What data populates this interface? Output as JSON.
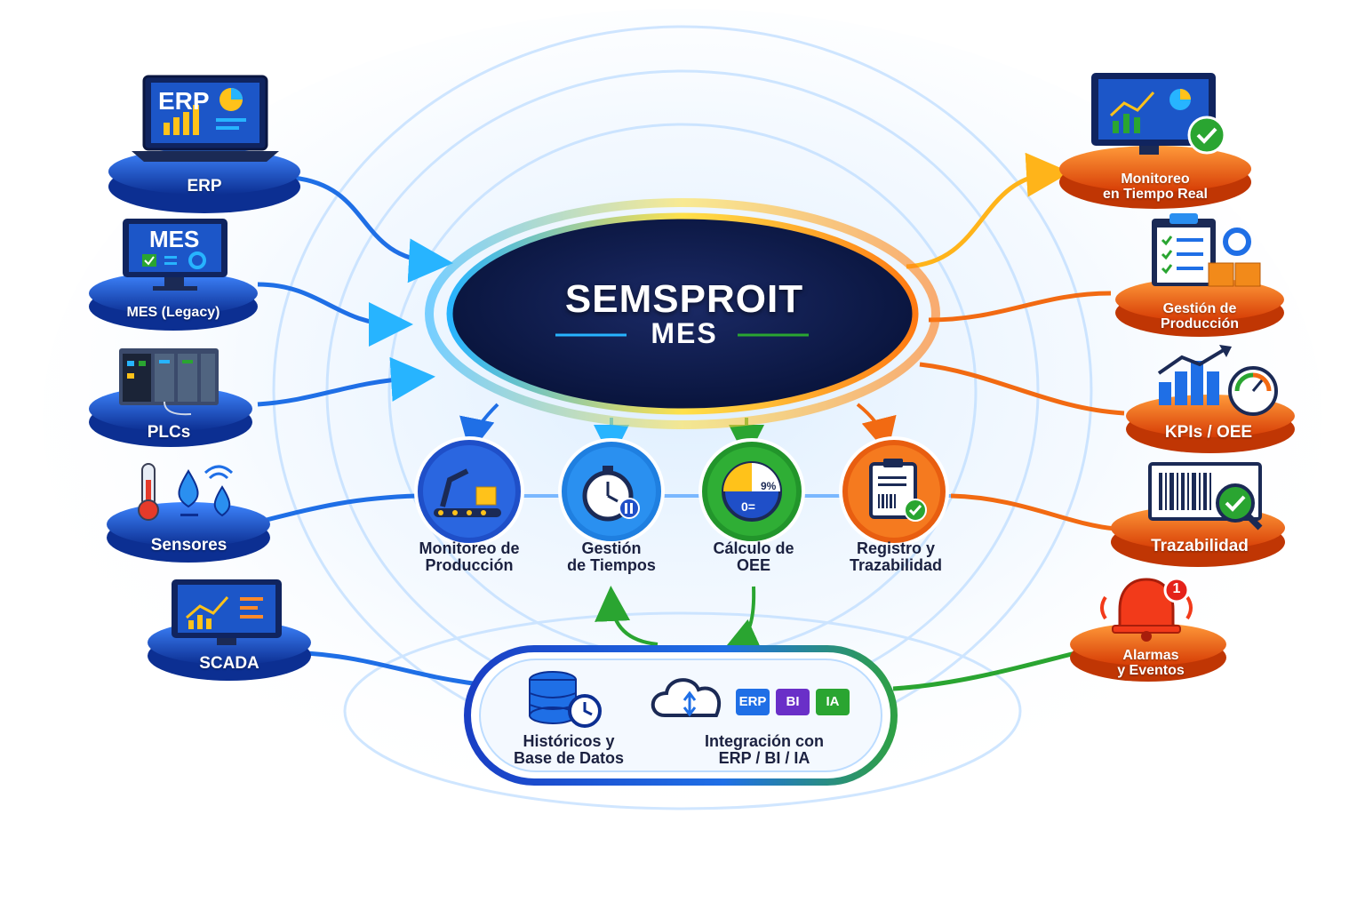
{
  "hub": {
    "title": "SEMSPROIT",
    "subtitle": "MES"
  },
  "inputs": [
    {
      "id": "erp",
      "label": "ERP",
      "screen_text": "ERP"
    },
    {
      "id": "mes-legacy",
      "label": "MES (Legacy)",
      "screen_text": "MES"
    },
    {
      "id": "plcs",
      "label": "PLCs"
    },
    {
      "id": "sensores",
      "label": "Sensores"
    },
    {
      "id": "scada",
      "label": "SCADA"
    }
  ],
  "outputs": [
    {
      "id": "monitoreo-tiempo-real",
      "label_line1": "Monitoreo",
      "label_line2": "en Tiempo Real"
    },
    {
      "id": "gestion-produccion",
      "label_line1": "Gestión de",
      "label_line2": "Producción"
    },
    {
      "id": "kpis-oee",
      "label_line1": "KPIs / OEE"
    },
    {
      "id": "trazabilidad",
      "label_line1": "Trazabilidad"
    },
    {
      "id": "alarmas-eventos",
      "label_line1": "Alarmas",
      "label_line2": "y Eventos",
      "badge": "1"
    }
  ],
  "modules": [
    {
      "id": "monitoreo-produccion",
      "line1": "Monitoreo de",
      "line2": "Producción"
    },
    {
      "id": "gestion-tiempos",
      "line1": "Gestión",
      "line2": "de Tiempos"
    },
    {
      "id": "calculo-oee",
      "line1": "Cálculo de",
      "line2": "OEE",
      "chart_text_1": "9%",
      "chart_text_2": "0="
    },
    {
      "id": "registro-trazabilidad",
      "line1": "Registro y",
      "line2": "Trazabilidad"
    }
  ],
  "bottom": {
    "historicos": {
      "line1": "Históricos y",
      "line2": "Base de Datos"
    },
    "integracion": {
      "line1": "Integración con",
      "line2": "ERP / BI / IA",
      "badges": [
        "ERP",
        "BI",
        "IA"
      ]
    }
  },
  "colors": {
    "blue": "#1f5fd6",
    "cyan": "#27b4ff",
    "orange": "#f26a12",
    "yellow": "#ffc21a",
    "green": "#2aa531",
    "navy": "#0a1a4a"
  }
}
